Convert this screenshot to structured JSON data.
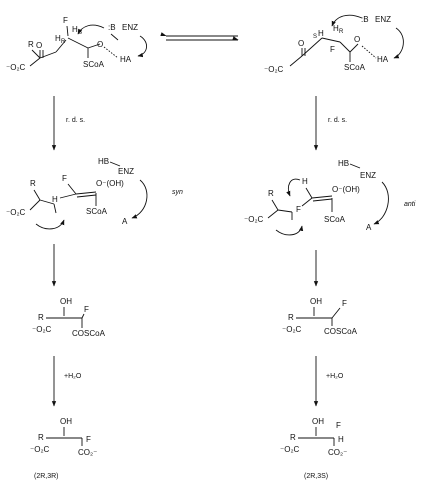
{
  "labels": {
    "rds_left": "r. d. s.",
    "rds_right": "r. d. s.",
    "syn": "syn",
    "anti": "anti",
    "h2o_left": "+H₂O",
    "h2o_right": "+H₂O",
    "product_left": "(2R,3R)",
    "product_right": "(2R,3S)"
  },
  "atoms": {
    "B": ":B",
    "ENZ": "ENZ",
    "HA": "HA",
    "HB": "HB",
    "A": "A",
    "F": "F",
    "H": "H",
    "HR": "H",
    "HS": "H",
    "sub_R": "R",
    "sub_S": "S",
    "R": "R",
    "O": "O",
    "SCoA": "SCoA",
    "COSCoA": "COSCoA",
    "O2C": "⁻O₂C",
    "CO2": "CO₂⁻",
    "OH": "OH",
    "Ominus": "O⁻(OH)"
  }
}
